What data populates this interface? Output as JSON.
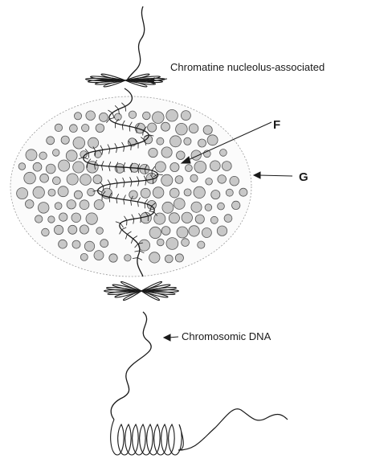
{
  "labels": {
    "nucleolus_chromatin": "Chromatine nucleolus-associated",
    "fibrillar": "F",
    "granular": "G",
    "chromosomic_dna": "Chromosomic DNA"
  },
  "colors": {
    "ink": "#1a1a1a",
    "granule_fill": "#c8c8c8",
    "granule_stroke": "#555555",
    "background": "#ffffff"
  }
}
